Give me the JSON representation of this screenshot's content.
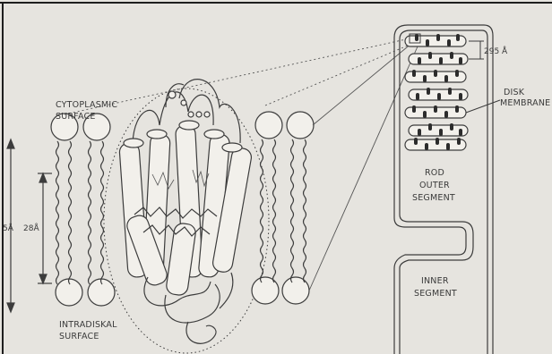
{
  "labels": {
    "cytoplasmic": [
      "CYTOPLASMIC",
      "SURFACE"
    ],
    "intradiskal": [
      "INTRADISKAL",
      "SURFACE"
    ],
    "rod": [
      "ROD",
      "OUTER",
      "SEGMENT"
    ],
    "inner": [
      "INNER",
      "SEGMENT"
    ],
    "disk": [
      "DISK",
      "MEMBRANE"
    ],
    "spacing": "295 Å",
    "bilayer": "28Å",
    "total": "5Å"
  },
  "colors": {
    "background": "#e6e4df",
    "ink": "#3c3c3c",
    "frame": "#1e1e1e"
  }
}
